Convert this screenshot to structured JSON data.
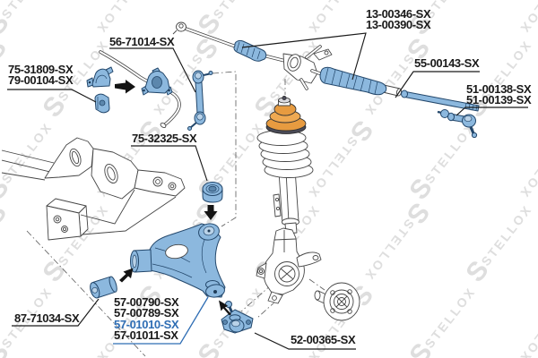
{
  "brand": {
    "watermark_text": "STELLOX",
    "watermark_logo": "S"
  },
  "colors": {
    "highlight_fill": "#8cb8de",
    "highlight_stroke": "#23476b",
    "accent_label": "#2e6db4",
    "label_text": "#1a1a1a",
    "outline": "#454545",
    "strut_mount_orange": "#e79b40",
    "watermark": "#dedede"
  },
  "labels": [
    {
      "name": "stabilizer-link-label",
      "lines": [
        "56-71014-SX"
      ]
    },
    {
      "name": "steering-boots-label",
      "lines": [
        "13-00346-SX",
        "13-00390-SX"
      ]
    },
    {
      "name": "stabilizer-bushing-label",
      "lines": [
        "75-31809-SX",
        "79-00104-SX"
      ]
    },
    {
      "name": "subframe-bushing-label",
      "lines": [
        "75-32325-SX"
      ]
    },
    {
      "name": "inner-tie-rod-label",
      "lines": [
        "55-00143-SX"
      ]
    },
    {
      "name": "tie-rod-end-label",
      "lines": [
        "51-00138-SX",
        "51-00139-SX"
      ]
    },
    {
      "name": "arm-bushing-label",
      "lines": [
        "87-71034-SX"
      ]
    },
    {
      "name": "control-arm-label",
      "lines": [
        "57-00790-SX",
        "57-00789-SX",
        "57-01010-SX",
        "57-01011-SX"
      ],
      "highlight_line": 2
    },
    {
      "name": "ball-joint-label",
      "lines": [
        "52-00365-SX"
      ]
    }
  ],
  "parts": [
    {
      "name": "steering-rack",
      "highlighted": false
    },
    {
      "name": "steering-rack-boot-left",
      "highlighted": true
    },
    {
      "name": "steering-rack-boot-right",
      "highlighted": true
    },
    {
      "name": "inner-tie-rod",
      "highlighted": true
    },
    {
      "name": "tie-rod-end",
      "highlighted": true
    },
    {
      "name": "stabilizer-bar",
      "highlighted": false
    },
    {
      "name": "stabilizer-bar-bracket",
      "highlighted": true
    },
    {
      "name": "stabilizer-bar-bushing",
      "highlighted": true
    },
    {
      "name": "stabilizer-link",
      "highlighted": true
    },
    {
      "name": "subframe",
      "highlighted": false
    },
    {
      "name": "subframe-bushing",
      "highlighted": true
    },
    {
      "name": "strut-assembly",
      "highlighted": false
    },
    {
      "name": "strut-top-mount",
      "highlighted": false
    },
    {
      "name": "coil-spring",
      "highlighted": false
    },
    {
      "name": "steering-knuckle",
      "highlighted": false
    },
    {
      "name": "wheel-hub",
      "highlighted": false
    },
    {
      "name": "control-arm",
      "highlighted": true
    },
    {
      "name": "control-arm-bushing",
      "highlighted": true
    },
    {
      "name": "ball-joint",
      "highlighted": true
    }
  ]
}
